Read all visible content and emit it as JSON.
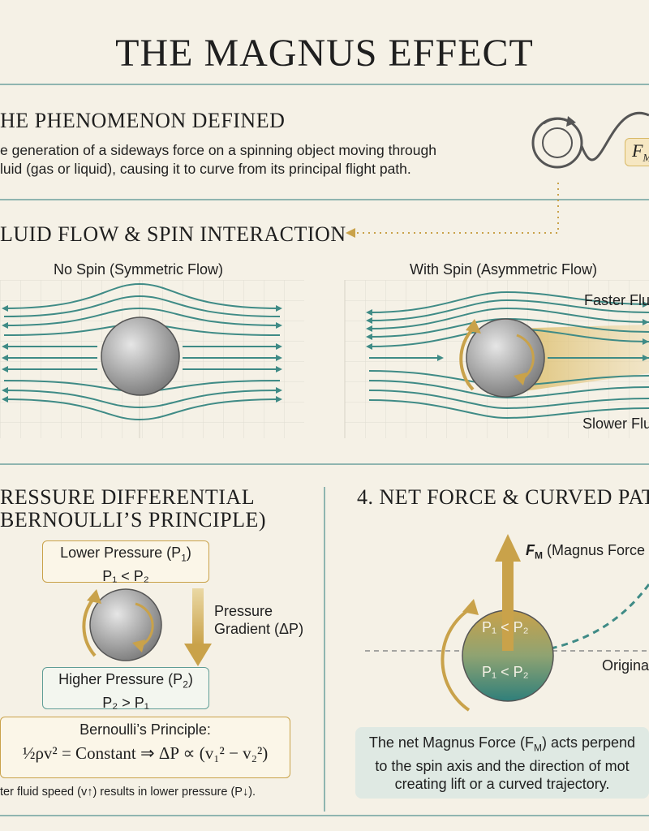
{
  "title": "THE MAGNUS EFFECT",
  "section1": {
    "heading": "HE PHENOMENON DEFINED",
    "text_line1": "e generation of a sideways force on a spinning object moving through",
    "text_line2": "luid (gas or liquid), causing it to curve from its principal flight path.",
    "chip_label": "F",
    "chip_sub": "M"
  },
  "section2": {
    "heading": "LUID FLOW & SPIN INTERACTION",
    "left_label": "No Spin (Symmetric Flow)",
    "right_label": "With Spin (Asymmetric Flow)",
    "faster_label": "Faster Flu",
    "slower_label": "Slower Flu"
  },
  "section3": {
    "heading_line1": "RESSURE DIFFERENTIAL",
    "heading_line2": "BERNOULLI’S PRINCIPLE)",
    "lower_pressure_line1": "Lower Pressure (P",
    "lower_pressure_sub1": "1",
    "lower_pressure_line2": "P₁ < P₂",
    "higher_pressure_line1": "Higher Pressure (P",
    "higher_pressure_sub1": "2",
    "higher_pressure_line2": "P₂ > P₁",
    "gradient_line1": "Pressure",
    "gradient_line2": "Gradient (ΔP)",
    "bernoulli_title": "Bernoulli’s Principle:",
    "bernoulli_formula": "½ρv² = Constant ⇒ ΔP ∝ (v₁² − v₂²)",
    "footnote": "ter fluid speed (v↑) results in lower pressure (P↓)."
  },
  "section4": {
    "heading": "4. NET FORCE & CURVED PAT",
    "force_label": "(Magnus Force",
    "force_symbol": "F",
    "force_sub": "M",
    "ball_top_label": "P₁ < P₂",
    "ball_bottom_label": "P₁ < P₂",
    "original_label": "Origina",
    "info_line1": "The net Magnus Force (F",
    "info_line1_sub": "M",
    "info_line1_end": ") acts perpend",
    "info_line2": "to the spin axis and the direction of mot",
    "info_line3": "creating lift or a curved trajectory."
  },
  "colors": {
    "teal": "#3f8b86",
    "gold": "#c9a24a",
    "background": "#f5f1e6"
  }
}
